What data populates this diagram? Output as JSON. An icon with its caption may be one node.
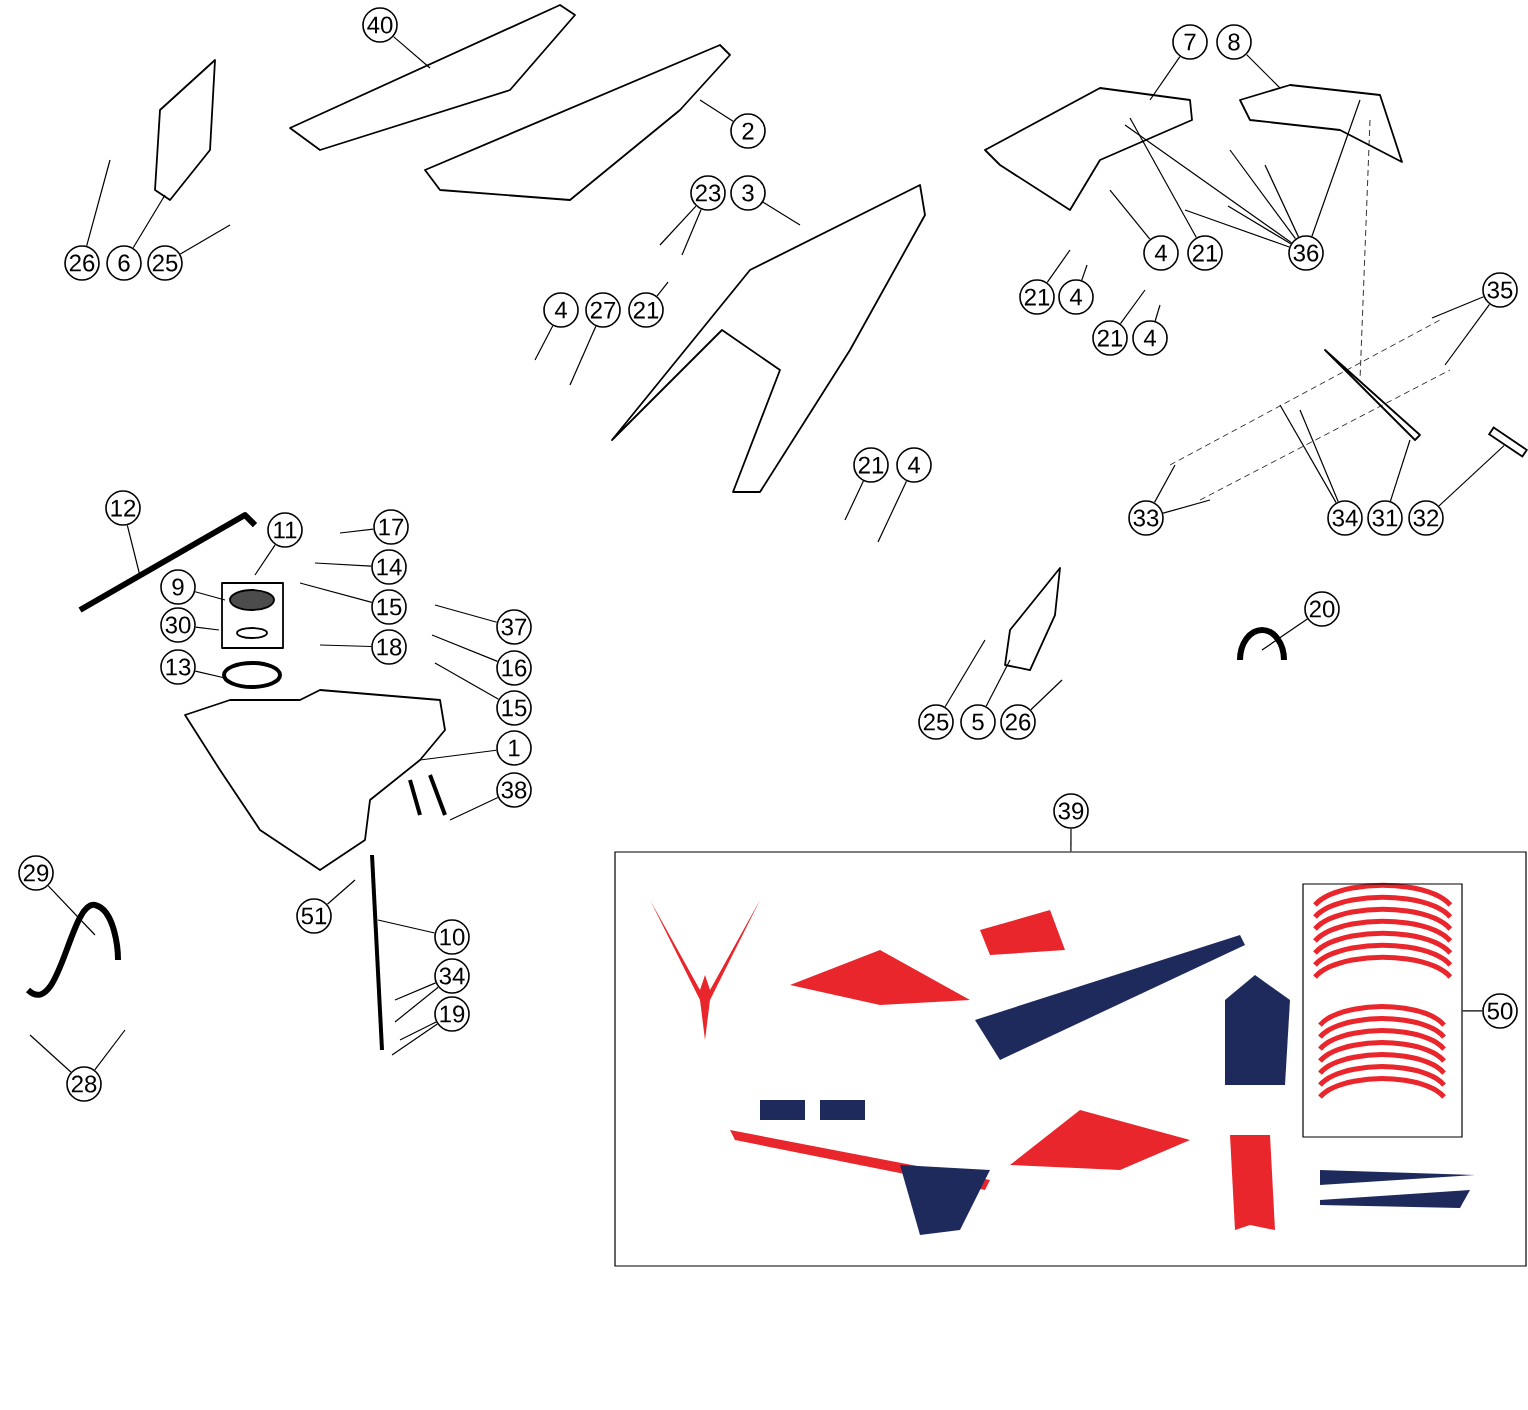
{
  "diagram": {
    "nodes": [
      {
        "text": [
          "40"
        ]
      },
      {
        "text": [
          "2"
        ]
      },
      {
        "text": [
          "7"
        ]
      },
      {
        "text": [
          "8"
        ]
      },
      {
        "text": [
          "26"
        ]
      },
      {
        "text": [
          "6"
        ]
      },
      {
        "text": [
          "25"
        ]
      },
      {
        "text": [
          "23"
        ]
      },
      {
        "text": [
          "3"
        ]
      },
      {
        "text": [
          "36"
        ]
      },
      {
        "text": [
          "4"
        ]
      },
      {
        "text": [
          "21"
        ]
      },
      {
        "text": [
          "21"
        ]
      },
      {
        "text": [
          "4"
        ]
      },
      {
        "text": [
          "4"
        ]
      },
      {
        "text": [
          "27"
        ]
      },
      {
        "text": [
          "21"
        ]
      },
      {
        "text": [
          "35"
        ]
      },
      {
        "text": [
          "21"
        ]
      },
      {
        "text": [
          "4"
        ]
      },
      {
        "text": [
          "21"
        ]
      },
      {
        "text": [
          "4"
        ]
      },
      {
        "text": [
          "12"
        ]
      },
      {
        "text": [
          "11"
        ]
      },
      {
        "text": [
          "17"
        ]
      },
      {
        "text": [
          "33"
        ]
      },
      {
        "text": [
          "34"
        ]
      },
      {
        "text": [
          "31"
        ]
      },
      {
        "text": [
          "32"
        ]
      },
      {
        "text": [
          "9"
        ]
      },
      {
        "text": [
          "14"
        ]
      },
      {
        "text": [
          "30"
        ]
      },
      {
        "text": [
          "15"
        ]
      },
      {
        "text": [
          "37"
        ]
      },
      {
        "text": [
          "20"
        ]
      },
      {
        "text": [
          "18"
        ]
      },
      {
        "text": [
          "16"
        ]
      },
      {
        "text": [
          "13"
        ]
      },
      {
        "text": [
          "15"
        ]
      },
      {
        "text": [
          "25"
        ]
      },
      {
        "text": [
          "5"
        ]
      },
      {
        "text": [
          "26"
        ]
      },
      {
        "text": [
          "1"
        ]
      },
      {
        "text": [
          "38"
        ]
      },
      {
        "text": [
          "39"
        ]
      },
      {
        "text": [
          "29"
        ]
      },
      {
        "text": [
          "51"
        ]
      },
      {
        "text": [
          "10"
        ]
      },
      {
        "text": [
          "34"
        ]
      },
      {
        "text": [
          "50"
        ],
        "in": 52
      },
      {
        "text": [
          "19"
        ]
      },
      {
        "text": [
          "28"
        ]
      },
      {
        "text": [],
        "shape": "box"
      },
      {
        "text": [],
        "shape": "box",
        "in": 52
      },
      {
        "text": [],
        "shape": "picture"
      }
    ],
    "edges": [
      {
        "from": 0,
        "to": null,
        "arrow": "none"
      },
      {
        "from": 1,
        "to": null,
        "arrow": "none"
      },
      {
        "from": 2,
        "to": null,
        "arrow": "none"
      },
      {
        "from": 3,
        "to": null,
        "arrow": "none"
      },
      {
        "from": 4,
        "to": null,
        "arrow": "none"
      },
      {
        "from": 5,
        "to": null,
        "arrow": "none"
      },
      {
        "from": 6,
        "to": null,
        "arrow": "none"
      },
      {
        "from": 7,
        "to": null,
        "arrow": "none"
      },
      {
        "from": 7,
        "to": null,
        "arrow": "none"
      },
      {
        "from": 8,
        "to": null,
        "arrow": "none"
      },
      {
        "from": 9,
        "to": null,
        "arrow": "none"
      },
      {
        "from": 9,
        "to": null,
        "arrow": "none"
      },
      {
        "from": 9,
        "to": null,
        "arrow": "none"
      },
      {
        "from": 9,
        "to": null,
        "arrow": "none"
      },
      {
        "from": 9,
        "to": null,
        "arrow": "none"
      },
      {
        "from": 9,
        "to": null,
        "arrow": "none"
      },
      {
        "from": 10,
        "to": null,
        "arrow": "none"
      },
      {
        "from": 11,
        "to": null,
        "arrow": "none"
      },
      {
        "from": 12,
        "to": null,
        "arrow": "none"
      },
      {
        "from": 13,
        "to": null,
        "arrow": "none"
      },
      {
        "from": 14,
        "to": null,
        "arrow": "none"
      },
      {
        "from": 15,
        "to": null,
        "arrow": "none"
      },
      {
        "from": 16,
        "to": null,
        "arrow": "none"
      },
      {
        "from": 17,
        "to": null,
        "arrow": "none"
      },
      {
        "from": 17,
        "to": null,
        "arrow": "none"
      },
      {
        "from": 18,
        "to": null,
        "arrow": "none"
      },
      {
        "from": 19,
        "to": null,
        "arrow": "none"
      },
      {
        "from": 20,
        "to": null,
        "arrow": "none"
      },
      {
        "from": 21,
        "to": null,
        "arrow": "none"
      },
      {
        "from": 22,
        "to": null,
        "arrow": "none"
      },
      {
        "from": 23,
        "to": null,
        "arrow": "none"
      },
      {
        "from": 24,
        "to": null,
        "arrow": "none"
      },
      {
        "from": 25,
        "to": null,
        "arrow": "none"
      },
      {
        "from": 25,
        "to": null,
        "arrow": "none"
      },
      {
        "from": 26,
        "to": null,
        "arrow": "none"
      },
      {
        "from": 26,
        "to": null,
        "arrow": "none"
      },
      {
        "from": 27,
        "to": null,
        "arrow": "none"
      },
      {
        "from": 28,
        "to": 54,
        "arrow": "none"
      },
      {
        "from": 29,
        "to": null,
        "arrow": "none"
      },
      {
        "from": 30,
        "to": null,
        "arrow": "none"
      },
      {
        "from": 31,
        "to": null,
        "arrow": "none"
      },
      {
        "from": 32,
        "to": null,
        "arrow": "none"
      },
      {
        "from": 33,
        "to": null,
        "arrow": "none"
      },
      {
        "from": 34,
        "to": null,
        "arrow": "none"
      },
      {
        "from": 35,
        "to": null,
        "arrow": "none"
      },
      {
        "from": 36,
        "to": null,
        "arrow": "none"
      },
      {
        "from": 37,
        "to": null,
        "arrow": "none"
      },
      {
        "from": 38,
        "to": null,
        "arrow": "none"
      },
      {
        "from": 39,
        "to": null,
        "arrow": "none"
      },
      {
        "from": 40,
        "to": null,
        "arrow": "none"
      },
      {
        "from": 41,
        "to": null,
        "arrow": "none"
      },
      {
        "from": 42,
        "to": null,
        "arrow": "none"
      },
      {
        "from": 43,
        "to": null,
        "arrow": "none"
      },
      {
        "from": 44,
        "to": 52,
        "arrow": "none"
      },
      {
        "from": 45,
        "to": null,
        "arrow": "none"
      },
      {
        "from": 46,
        "to": null,
        "arrow": "none"
      },
      {
        "from": 47,
        "to": null,
        "arrow": "none"
      },
      {
        "from": 48,
        "to": null,
        "arrow": "none"
      },
      {
        "from": 48,
        "to": null,
        "arrow": "none"
      },
      {
        "from": 49,
        "to": 53,
        "arrow": "none"
      },
      {
        "from": 50,
        "to": null,
        "arrow": "none"
      },
      {
        "from": 50,
        "to": null,
        "arrow": "none"
      },
      {
        "from": 51,
        "to": null,
        "arrow": "none"
      },
      {
        "from": 51,
        "to": null,
        "arrow": "none"
      }
    ]
  }
}
